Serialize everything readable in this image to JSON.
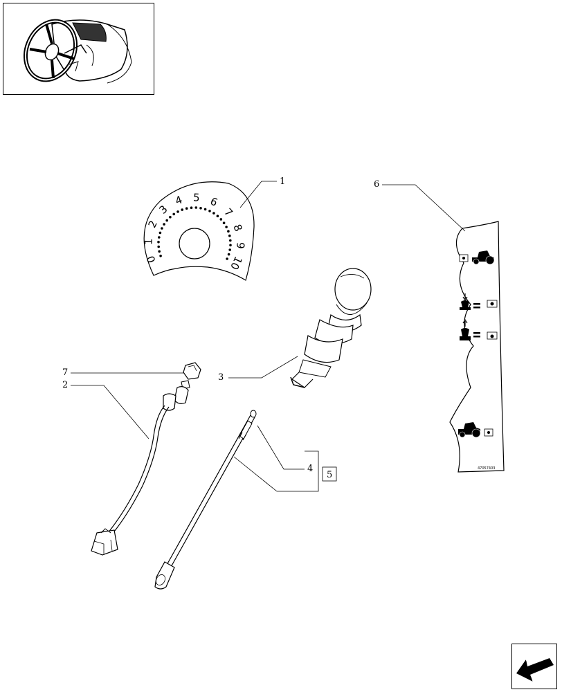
{
  "thumbnail": {
    "icon": "steering-wheel-dashboard-icon"
  },
  "nav": {
    "icon": "back-arrow-icon"
  },
  "dial": {
    "numbers": [
      "0",
      "1",
      "2",
      "3",
      "4",
      "5",
      "6",
      "7",
      "8",
      "9",
      "10"
    ]
  },
  "callouts": {
    "c1": "1",
    "c2": "2",
    "c3": "3",
    "c4": "4",
    "c5": "5",
    "c6": "6",
    "c7": "7"
  },
  "decal": {
    "code": "47057403",
    "icons": [
      "tractor-icon",
      "lift-down-icon",
      "lift-up-icon",
      "tractor-icon"
    ]
  }
}
